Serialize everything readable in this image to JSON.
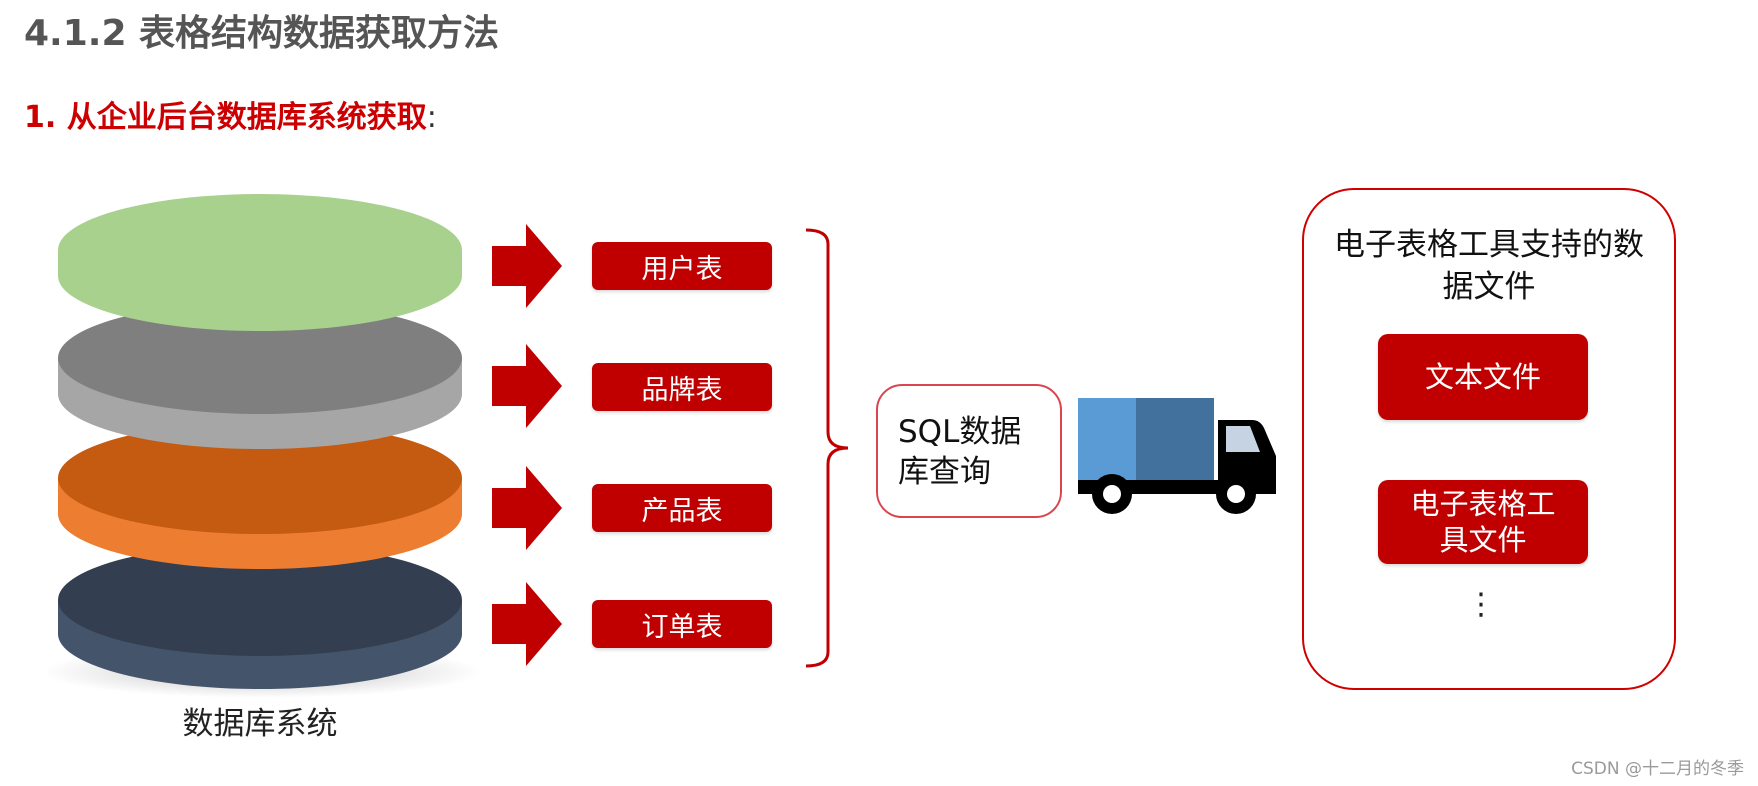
{
  "heading": "4.1.2 表格结构数据获取方法",
  "subheading": {
    "prefix": "1. 从企业后台数据库系统获取",
    "suffix": ":"
  },
  "database": {
    "label": "数据库系统",
    "layer_colors": [
      "#a9d18e",
      "#a6a6a6",
      "#ed7d31",
      "#44546a"
    ]
  },
  "tables": [
    "用户表",
    "品牌表",
    "产品表",
    "订单表"
  ],
  "sql_query": {
    "line1": "SQL数据",
    "line2": "库查询"
  },
  "panel": {
    "title_line1": "电子表格工具支持的数",
    "title_line2": "据文件",
    "files": [
      {
        "line1": "文本文件",
        "line2": ""
      },
      {
        "line1": "电子表格工",
        "line2": "具文件"
      }
    ],
    "ellipsis": "⋮"
  },
  "watermark": "CSDN @十二月的冬季",
  "colors": {
    "accent_red": "#c00000",
    "truck_cargo_light": "#5b9bd5",
    "truck_cargo_dark": "#41719c"
  }
}
